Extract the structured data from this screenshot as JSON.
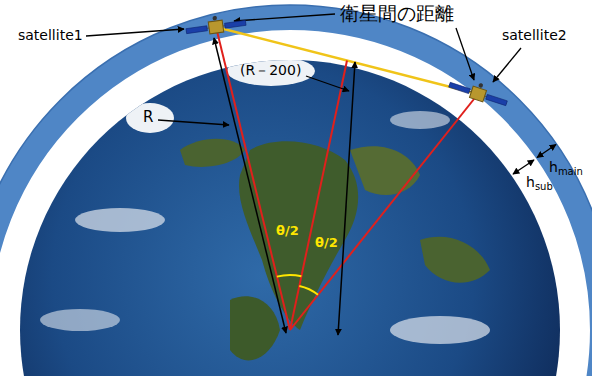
{
  "diagram": {
    "labels": [
      "衛星間の距離",
      "satellite1",
      "satellite2",
      "R",
      "(R－200)",
      "θ/2",
      "θ/2",
      "h",
      "sub",
      "h",
      "main"
    ]
  }
}
